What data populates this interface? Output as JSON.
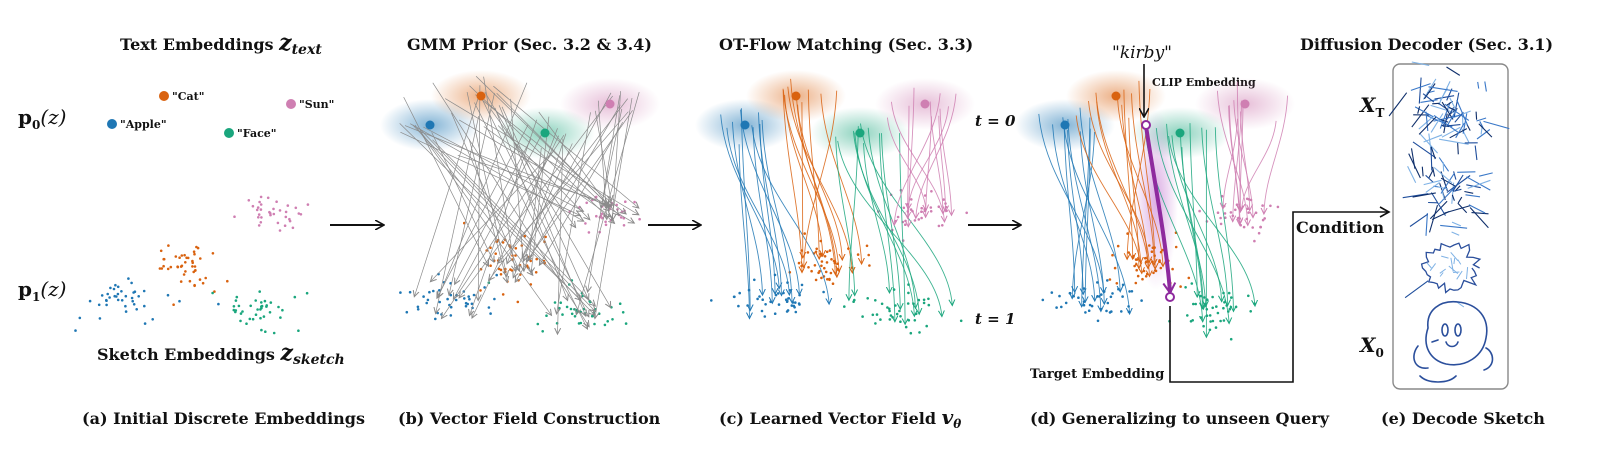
{
  "panel_a": {
    "title_prefix": "Text Embeddings ",
    "title_var": "z",
    "title_sub": "text",
    "p0_label": "p",
    "p0_sub": "0",
    "p0_arg": "(z)",
    "p1_label": "p",
    "p1_sub": "1",
    "p1_arg": "(z)",
    "bottom_prefix": "Sketch Embeddings ",
    "bottom_var": "z",
    "bottom_sub": "sketch",
    "caption": "(a) Initial Discrete Embeddings",
    "points": [
      {
        "label": "\"Apple\"",
        "color": "#1f77b4"
      },
      {
        "label": "\"Cat\"",
        "color": "#d9620f"
      },
      {
        "label": "\"Face\"",
        "color": "#1aa67d"
      },
      {
        "label": "\"Sun\"",
        "color": "#cf7fb2"
      }
    ]
  },
  "panel_b": {
    "title": "GMM Prior (Sec. 3.2 & 3.4)",
    "caption": "(b) Vector Field Construction"
  },
  "panel_c": {
    "title": "OT-Flow Matching (Sec. 3.3)",
    "caption_prefix": "(c) Learned Vector Field ",
    "caption_var": "v",
    "caption_sub": "θ"
  },
  "panel_d": {
    "query": "\"kirby\"",
    "clip_label": "CLIP  Embedding",
    "t0": "t = 0",
    "t1": "t = 1",
    "target_label": "Target Embedding",
    "caption": "(d) Generalizing to unseen Query"
  },
  "panel_e": {
    "title": "Diffusion Decoder (Sec. 3.1)",
    "condition": "Condition",
    "xt_label": "X",
    "xt_sub": "T",
    "x0_label": "X",
    "x0_sub": "0",
    "caption": "(e) Decode Sketch"
  },
  "colors": {
    "blue": "#1f77b4",
    "orange": "#d9620f",
    "green": "#1aa67d",
    "pink": "#cf7fb2",
    "purple": "#8e2a9e",
    "arrow_gray": "#888888"
  }
}
